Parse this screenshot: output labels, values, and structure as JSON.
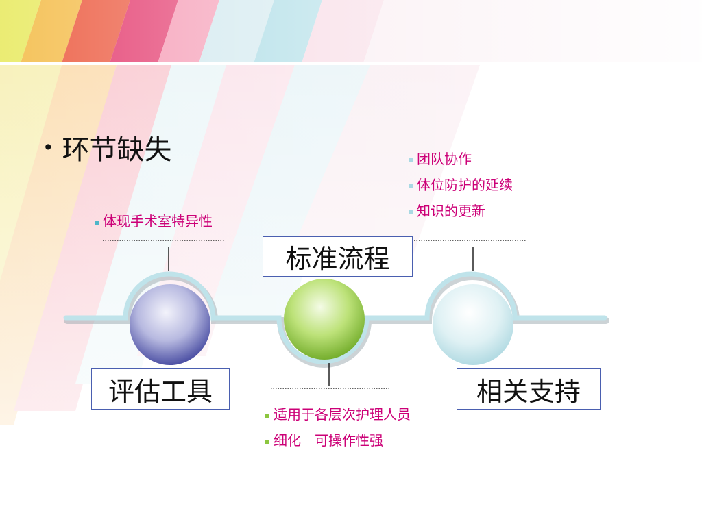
{
  "slide": {
    "bullet": "环节缺失",
    "stages": [
      {
        "label": "评估工具"
      },
      {
        "label": "标准流程"
      },
      {
        "label": "相关支持"
      }
    ],
    "notes": {
      "assessment": [
        "体现手术室特异性"
      ],
      "process": [
        "适用于各层次护理人员",
        "细化　可操作性强"
      ],
      "support": [
        "团队协作",
        "体位防护的延续",
        "知识的更新"
      ]
    }
  },
  "colors": {
    "note_text": "#cc0077",
    "box_border": "#4a5fb0",
    "track": "#b9dde6",
    "circle_blue": "#5b63b8",
    "circle_green": "#8cc63f",
    "circle_teal": "#bfe3ea",
    "bullet_marker_blue": "#4fb6c9",
    "bullet_marker_green": "#8cc63f"
  }
}
